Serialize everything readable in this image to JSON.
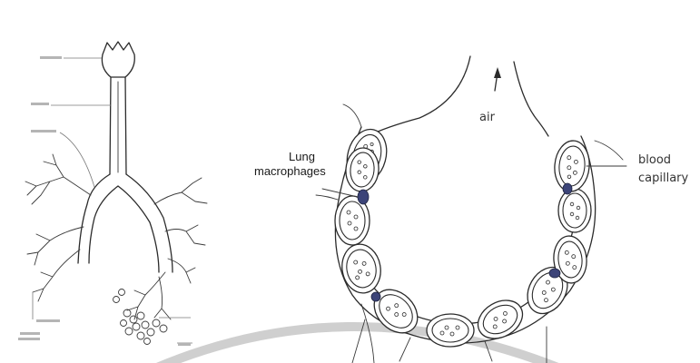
{
  "labels": {
    "air": "air",
    "lung_macrophages_line1": "Lung",
    "lung_macrophages_line2": "macrophages",
    "blood_line1": "blood",
    "blood_line2": "capillary"
  },
  "colors": {
    "ink": "#2b2b2b",
    "macrophage": "#3c4478",
    "background": "#ffffff"
  }
}
